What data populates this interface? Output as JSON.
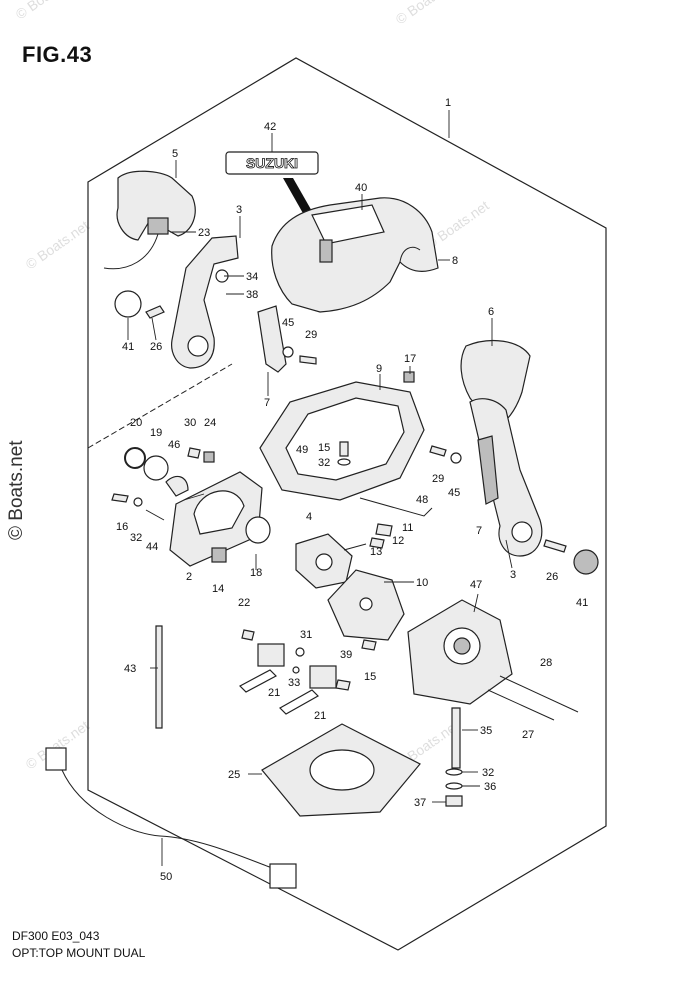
{
  "figure": {
    "title": "FIG.43",
    "code": "DF300 E03_043",
    "name": "OPT:TOP MOUNT DUAL"
  },
  "brand_plate_text": "SUZUKI",
  "watermark_text": "© Boats.net",
  "callouts": [
    {
      "id": "c1",
      "label": "1"
    },
    {
      "id": "c42",
      "label": "42"
    },
    {
      "id": "c5",
      "label": "5"
    },
    {
      "id": "c40",
      "label": "40"
    },
    {
      "id": "c3a",
      "label": "3"
    },
    {
      "id": "c23",
      "label": "23"
    },
    {
      "id": "c8",
      "label": "8"
    },
    {
      "id": "c34",
      "label": "34"
    },
    {
      "id": "c38",
      "label": "38"
    },
    {
      "id": "c41a",
      "label": "41"
    },
    {
      "id": "c26a",
      "label": "26"
    },
    {
      "id": "c45a",
      "label": "45"
    },
    {
      "id": "c29a",
      "label": "29"
    },
    {
      "id": "c6",
      "label": "6"
    },
    {
      "id": "c7a",
      "label": "7"
    },
    {
      "id": "c17",
      "label": "17"
    },
    {
      "id": "c9",
      "label": "9"
    },
    {
      "id": "c20",
      "label": "20"
    },
    {
      "id": "c19",
      "label": "19"
    },
    {
      "id": "c30",
      "label": "30"
    },
    {
      "id": "c24",
      "label": "24"
    },
    {
      "id": "c46",
      "label": "46"
    },
    {
      "id": "c49",
      "label": "49"
    },
    {
      "id": "c15a",
      "label": "15"
    },
    {
      "id": "c32a",
      "label": "32"
    },
    {
      "id": "c29b",
      "label": "29"
    },
    {
      "id": "c45b",
      "label": "45"
    },
    {
      "id": "c48",
      "label": "48"
    },
    {
      "id": "c7b",
      "label": "7"
    },
    {
      "id": "c16",
      "label": "16"
    },
    {
      "id": "c32b",
      "label": "32"
    },
    {
      "id": "c44",
      "label": "44"
    },
    {
      "id": "c4",
      "label": "4"
    },
    {
      "id": "c11",
      "label": "11"
    },
    {
      "id": "c12",
      "label": "12"
    },
    {
      "id": "c13",
      "label": "13"
    },
    {
      "id": "c2",
      "label": "2"
    },
    {
      "id": "c14",
      "label": "14"
    },
    {
      "id": "c18",
      "label": "18"
    },
    {
      "id": "c10",
      "label": "10"
    },
    {
      "id": "c3b",
      "label": "3"
    },
    {
      "id": "c26b",
      "label": "26"
    },
    {
      "id": "c41b",
      "label": "41"
    },
    {
      "id": "c22",
      "label": "22"
    },
    {
      "id": "c47",
      "label": "47"
    },
    {
      "id": "c31",
      "label": "31"
    },
    {
      "id": "c39",
      "label": "39"
    },
    {
      "id": "c43",
      "label": "43"
    },
    {
      "id": "c15b",
      "label": "15"
    },
    {
      "id": "c28",
      "label": "28"
    },
    {
      "id": "c33",
      "label": "33"
    },
    {
      "id": "c21a",
      "label": "21"
    },
    {
      "id": "c21b",
      "label": "21"
    },
    {
      "id": "c27",
      "label": "27"
    },
    {
      "id": "c35",
      "label": "35"
    },
    {
      "id": "c25",
      "label": "25"
    },
    {
      "id": "c32c",
      "label": "32"
    },
    {
      "id": "c36",
      "label": "36"
    },
    {
      "id": "c37",
      "label": "37"
    },
    {
      "id": "c50",
      "label": "50"
    }
  ]
}
